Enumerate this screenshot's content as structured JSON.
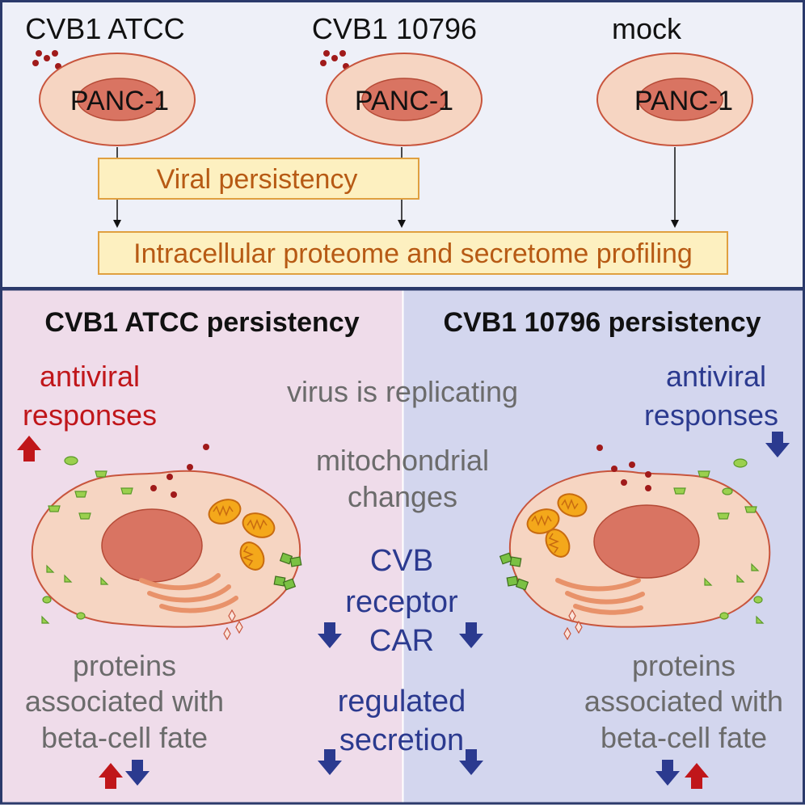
{
  "colors": {
    "top_bg": "#eef0f8",
    "left_bg": "#efdcea",
    "right_bg": "#d3d6ee",
    "border": "#2b3a6b",
    "cell_fill": "#f6d5c2",
    "cell_stroke": "#c8553d",
    "nucleus_fill": "#d97462",
    "box_fill": "#fdf0c0",
    "box_stroke": "#e0a040",
    "box_text": "#b75a14",
    "virus": "#a01a1a",
    "red": "#c0161a",
    "blue": "#2b3a8f",
    "gray": "#6b6b6b",
    "green": "#7ac143",
    "mito": "#f4a81b"
  },
  "top": {
    "label_atcc": "CVB1 ATCC",
    "label_10796": "CVB1 10796",
    "label_mock": "mock",
    "cell_label": "PANC-1",
    "viral_persistency": "Viral persistency",
    "profiling": "Intracellular proteome and secretome profiling"
  },
  "bottom": {
    "left_title": "CVB1 ATCC persistency",
    "right_title": "CVB1 10796 persistency",
    "left_antiviral": [
      "antiviral",
      "responses"
    ],
    "right_antiviral": [
      "antiviral",
      "responses"
    ],
    "virus_replicating": "virus is replicating",
    "mito_changes": [
      "mitochondrial",
      "changes"
    ],
    "cvb_receptor": [
      "CVB",
      "receptor",
      "CAR"
    ],
    "regulated_secretion": [
      "regulated",
      "secretion"
    ],
    "left_proteins": [
      "proteins",
      "associated with",
      "beta-cell fate"
    ],
    "right_proteins": [
      "proteins",
      "associated with",
      "beta-cell fate"
    ]
  }
}
